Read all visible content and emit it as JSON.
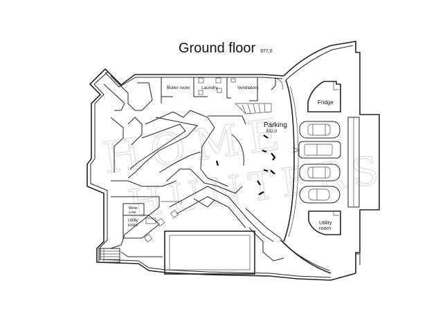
{
  "title": "Ground floor",
  "total_area": "977,0",
  "rooms": {
    "boiler_room": "Boiler room",
    "laundry": "Laundry",
    "ventilators": "Ventilators",
    "fridge": "Fridge",
    "parking": "Parking",
    "parking_area": "332,0",
    "wine_cellar_line1": "Wine",
    "wine_cellar_line2": "cellar",
    "utility_room_left_line1": "Utility",
    "utility_room_left_line2": "room",
    "utility_room_right_line1": "Utility",
    "utility_room_right_line2": "room"
  },
  "watermark": {
    "line1": "HOME",
    "line2": "HUNTERS"
  }
}
